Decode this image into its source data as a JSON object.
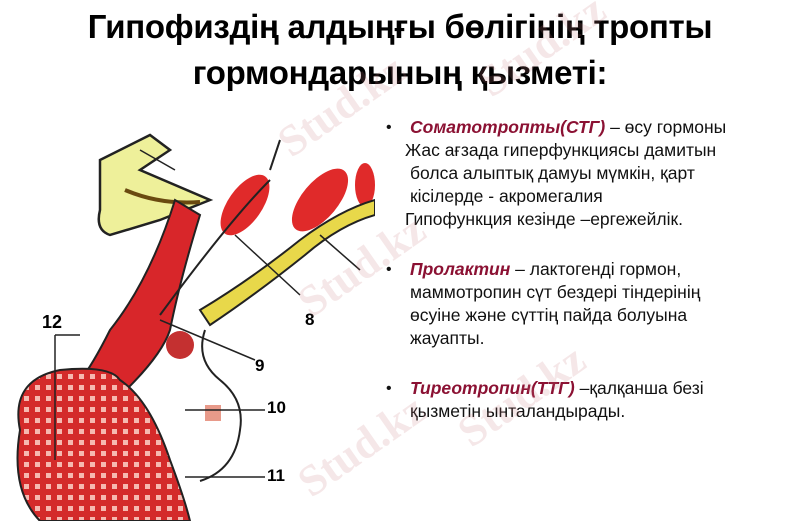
{
  "slide": {
    "title_line1": "Гипофиздің алдыңғы бөлігінің тропты",
    "title_line2": "гормондарының қызметі:"
  },
  "bullets": [
    {
      "term": "Соматотропты(СТГ)",
      "lines": [
        " – өсу гормоны",
        "Жас ағзада гиперфункциясы дамитын",
        "болса алыптық дамуы мүмкін, қарт",
        "кісілерде - акромегалия",
        "Гипофункция кезінде –ергежейлік."
      ]
    },
    {
      "term": "Пролактин",
      "lines": [
        " – лактогенді гормон,",
        "маммотропин сүт бездері тіндерінің",
        "өсуіне және сүттің пайда болуына",
        "жауапты."
      ]
    },
    {
      "term": "Тиреотропин(ТТГ)",
      "lines": [
        " –қалқанша безі",
        "қызметін ынталандырады."
      ]
    }
  ],
  "bullet_glyph": "•",
  "diagram": {
    "labels": [
      "12",
      "8",
      "9",
      "10",
      "11"
    ]
  },
  "watermark": "Stud.kz",
  "colors": {
    "term": "#8b1133",
    "gland_red": "#d8262a",
    "gland_yellow": "#e8d84a"
  }
}
